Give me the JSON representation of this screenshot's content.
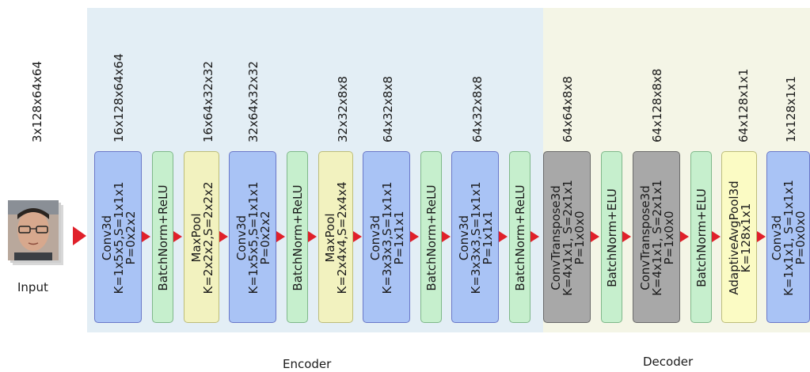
{
  "regions": {
    "encoder": "Encoder",
    "decoder": "Decoder"
  },
  "input": {
    "label": "Input",
    "dim": "3x128x64x64"
  },
  "layers": [
    {
      "text": "Conv3d\nK=1x5x5,S=1x1x1\nP=0x2x2"
    },
    {
      "text": "BatchNorm+ReLU"
    },
    {
      "text": "MaxPool\nK=2x2x2,S=2x2x2"
    },
    {
      "text": "Conv3d\nK=1x5x5,S=1x1x1\nP=0x2x2"
    },
    {
      "text": "BatchNorm+ReLU"
    },
    {
      "text": "MaxPool\nK=2x4x4,S=2x4x4"
    },
    {
      "text": "Conv3d\nK=3x3x3,S=1x1x1\nP=1x1x1"
    },
    {
      "text": "BatchNorm+ReLU"
    },
    {
      "text": "Conv3d\nK=3x3x3,S=1x1x1\nP=1x1x1"
    },
    {
      "text": "BatchNorm+ReLU"
    },
    {
      "text": "ConvTranspose3d\nK=4x1x1, S=2x1x1\nP=1x0x0"
    },
    {
      "text": "BatchNorm+ELU"
    },
    {
      "text": "ConvTranspose3d\nK=4x1x1, S=2x1x1\nP=1x0x0"
    },
    {
      "text": "BatchNorm+ELU"
    },
    {
      "text": "AdaptiveAvgPool3d\nK=128x1x1"
    },
    {
      "text": "Conv3d\nK=1x1x1, S=1x1x1\nP=0x0x0"
    }
  ],
  "dims": [
    "16x128x64x64",
    "16x64x32x32",
    "32x64x32x32",
    "32x32x8x8",
    "64x32x8x8",
    "64x32x8x8",
    "64x64x8x8",
    "64x128x8x8",
    "64x128x1x1",
    "1x128x1x1"
  ],
  "colors": {
    "conv": "#a9c3f5",
    "bn": "#c6efcd",
    "pool": "#f2f2bf",
    "transpose": "#a8a8a8",
    "avgpool": "#fbfbc4",
    "arrow": "#e0202a"
  }
}
